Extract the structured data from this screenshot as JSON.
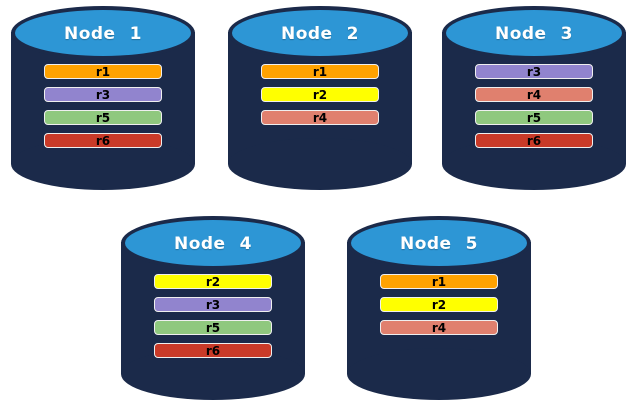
{
  "palette": {
    "page_bg": "#ffffff",
    "cylinder_body": "#1b2a4a",
    "cylinder_top": "#2d96d5",
    "title_text": "#ffffff",
    "bar_text": "#000000",
    "bar_border": "#efefef"
  },
  "replica_colors": {
    "r1": "#ffa200",
    "r2": "#ffff00",
    "r3": "#9184ce",
    "r4": "#e0806e",
    "r5": "#8fc87e",
    "r6": "#c93a28"
  },
  "nodes": [
    {
      "label": "Node 1",
      "replicas": [
        {
          "label": "r1",
          "color": "#ffa200"
        },
        {
          "label": "r3",
          "color": "#9184ce"
        },
        {
          "label": "r5",
          "color": "#8fc87e"
        },
        {
          "label": "r6",
          "color": "#c93a28"
        }
      ]
    },
    {
      "label": "Node 2",
      "replicas": [
        {
          "label": "r1",
          "color": "#ffa200"
        },
        {
          "label": "r2",
          "color": "#ffff00"
        },
        {
          "label": "r4",
          "color": "#e0806e"
        }
      ]
    },
    {
      "label": "Node 3",
      "replicas": [
        {
          "label": "r3",
          "color": "#9184ce"
        },
        {
          "label": "r4",
          "color": "#e0806e"
        },
        {
          "label": "r5",
          "color": "#8fc87e"
        },
        {
          "label": "r6",
          "color": "#c93a28"
        }
      ]
    },
    {
      "label": "Node 4",
      "replicas": [
        {
          "label": "r2",
          "color": "#ffff00"
        },
        {
          "label": "r3",
          "color": "#9184ce"
        },
        {
          "label": "r5",
          "color": "#8fc87e"
        },
        {
          "label": "r6",
          "color": "#c93a28"
        }
      ]
    },
    {
      "label": "Node 5",
      "replicas": [
        {
          "label": "r1",
          "color": "#ffa200"
        },
        {
          "label": "r2",
          "color": "#ffff00"
        },
        {
          "label": "r4",
          "color": "#e0806e"
        }
      ]
    }
  ]
}
